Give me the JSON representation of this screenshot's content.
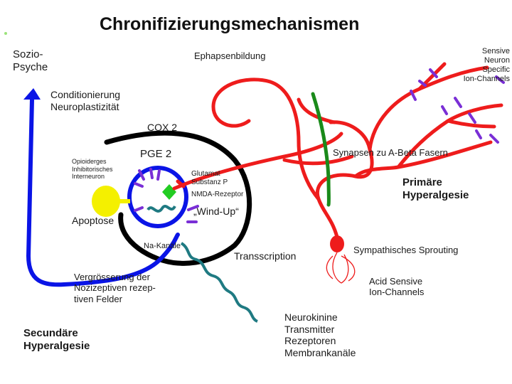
{
  "title": "Chronifizierungsmechanismen",
  "labels": {
    "sozio_psyche": "Sozio-\nPsyche",
    "ephapsenbildung": "Ephapsenbildung",
    "sensive_neuron": "Sensive\nNeuron\nSpecific\nIon-Channels",
    "conditionierung": "Conditionierung\nNeuroplastizität",
    "cox2": "COX 2",
    "pge2": "PGE  2",
    "opioiderges": "Opioiderges\nInhibitorisches\nInterneuron",
    "glutamat": "Glutamat\nSubstanz P",
    "synapsen": "Synapsen zu A-Beta Fasern",
    "primaere": "Primäre\nHyperalgesie",
    "nmda": "NMDA-Rezeptor",
    "wind_up": "„Wind-Up“",
    "apoptose": "Apoptose",
    "na_kanaele": "Na-Kanäle",
    "transscription": "Transscription",
    "sympathisches": "Sympathisches Sprouting",
    "vergroesserung": "Vergrösserung der\nNozizeptiven rezep-\ntiven Felder",
    "acid": "Acid Sensive\nIon-Channels",
    "neurokinine": "Neurokinine\nTransmitter\nRezeptoren\nMembrankanäle",
    "secundaere": "Secundäre\nHyperalgesie"
  },
  "colors": {
    "black": "#000000",
    "blue": "#0a14e6",
    "red": "#ee1c1c",
    "green": "#1a8a1a",
    "teal": "#1f7a82",
    "yellow": "#f4f000",
    "purple": "#7a2fd6",
    "bright_green": "#22cc22",
    "dot": "#9be37a"
  },
  "icons": {
    "arrow": "arrowhead",
    "receptor": "receptor-icon",
    "neuron_body": "neuron-icon"
  }
}
